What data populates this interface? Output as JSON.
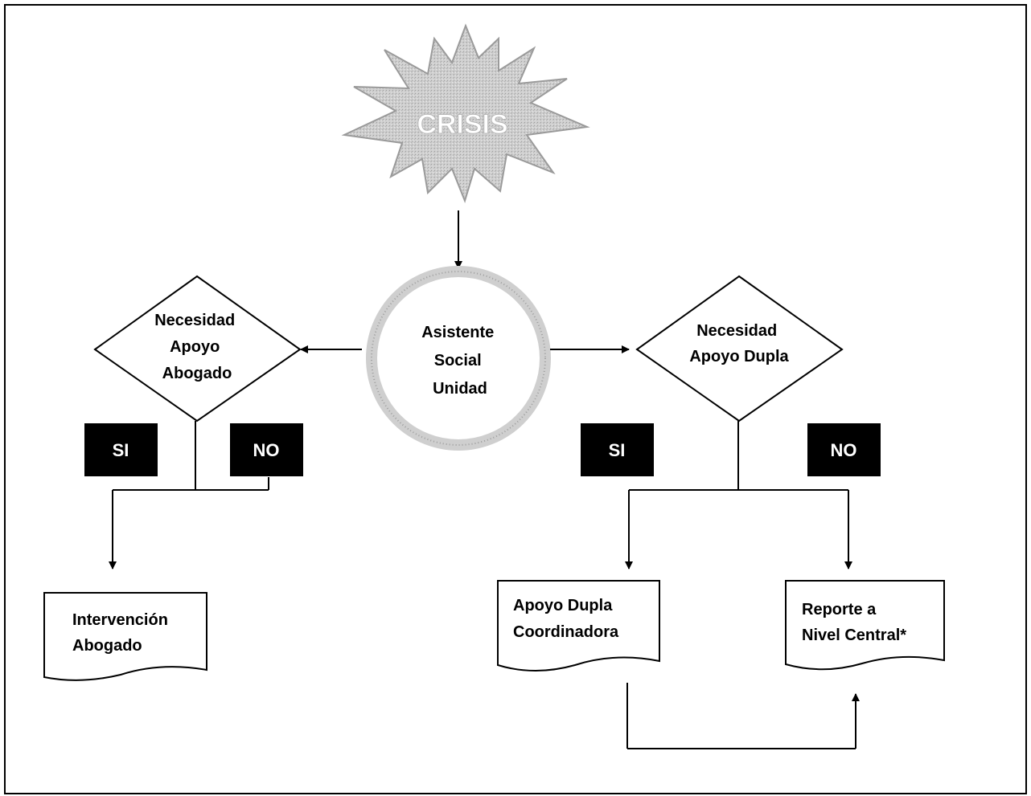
{
  "crisis": {
    "label": "CRISIS"
  },
  "center_node": {
    "lines": [
      "Asistente",
      "Social",
      "Unidad"
    ]
  },
  "left_decision": {
    "lines": [
      "Necesidad",
      "Apoyo",
      "Abogado"
    ],
    "yes_label": "SI",
    "no_label": "NO",
    "outcome": {
      "lines": [
        "Intervención",
        "Abogado"
      ]
    }
  },
  "right_decision": {
    "lines": [
      "Necesidad",
      "Apoyo Dupla"
    ],
    "yes_label": "SI",
    "no_label": "NO",
    "outcome_yes": {
      "lines": [
        "Apoyo  Dupla",
        "Coordinadora"
      ]
    },
    "outcome_no": {
      "lines": [
        "Reporte a",
        "Nivel Central*"
      ]
    }
  },
  "colors": {
    "line": "#000000",
    "tag_background": "#000000",
    "tag_text": "#ffffff",
    "crisis_fill": "#d0d0d0",
    "circle_ring": "#c8c8c8"
  }
}
